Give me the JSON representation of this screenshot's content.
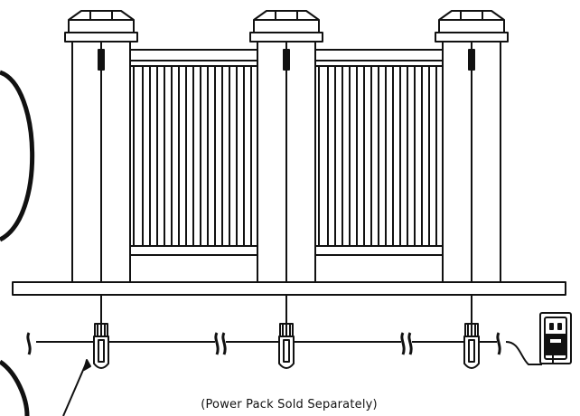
{
  "caption": "(Power Pack Sold Separately)",
  "colors": {
    "line": "#111111",
    "fill": "#ffffff"
  },
  "components": {
    "posts": 3,
    "post_cap_lights": 3,
    "fence_panels": 2,
    "cable_connectors": 3,
    "power_pack": "outlet-plug"
  }
}
